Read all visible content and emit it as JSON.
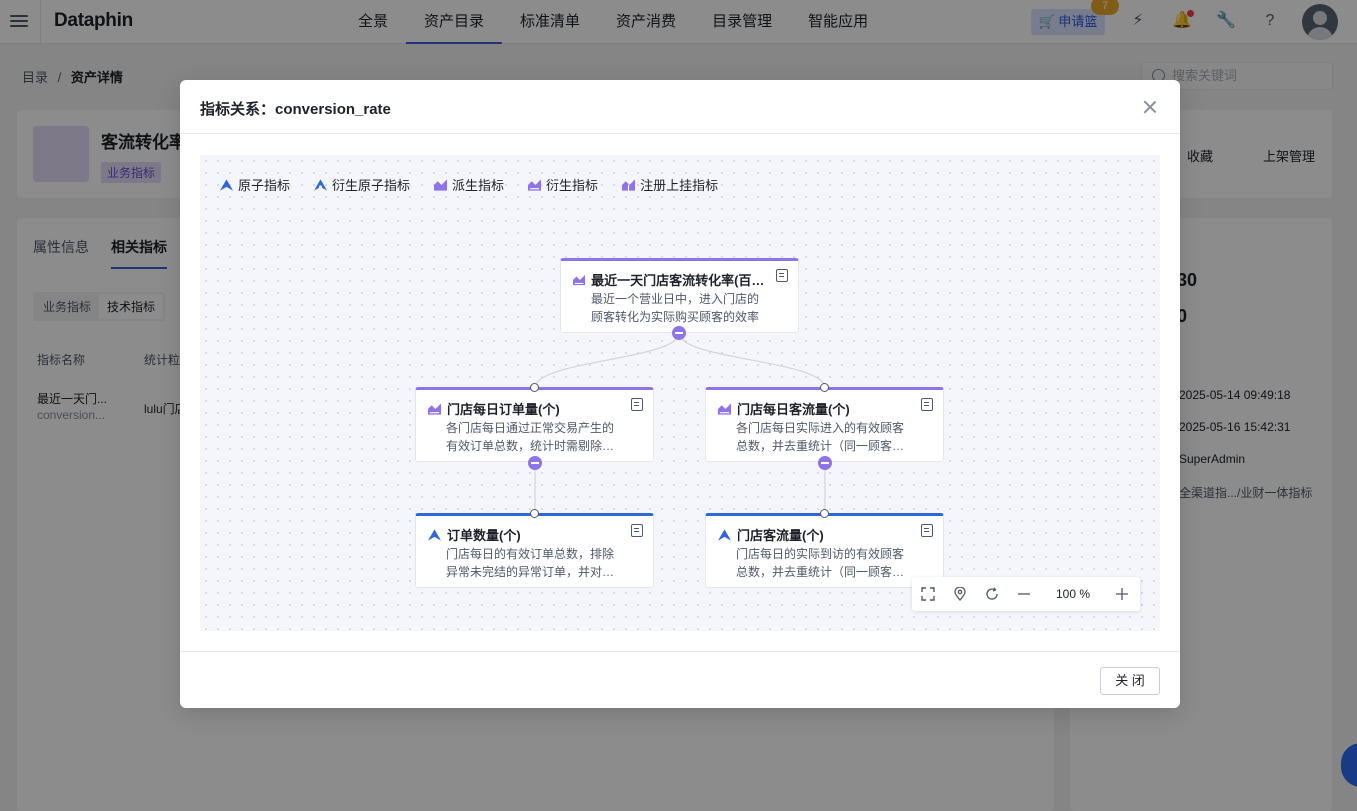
{
  "app": {
    "logo": "Dataphin"
  },
  "nav": {
    "items": [
      "全景",
      "资产目录",
      "标准清单",
      "资产消费",
      "目录管理",
      "智能应用"
    ],
    "active": "资产目录"
  },
  "header": {
    "cart_label": "申请篮",
    "cart_count": "7"
  },
  "breadcrumb": {
    "root": "目录",
    "separator": "/",
    "current": "资产详情"
  },
  "search": {
    "placeholder": "搜索关键词"
  },
  "asset": {
    "title": "客流转化率",
    "tag": "业务指标",
    "favorite": "收藏",
    "publish_manage": "上架管理"
  },
  "tabs": {
    "attr": "属性信息",
    "related": "相关指标"
  },
  "subtabs": {
    "business": "业务指标",
    "technical": "技术指标"
  },
  "table": {
    "col_name": "指标名称",
    "col_stat": "统计粒",
    "row_name": "最近一天门...",
    "row_code": "conversion...",
    "row_stat": "lulu门店"
  },
  "side": {
    "big1": "30",
    "big2": "0",
    "created": "2025-05-14 09:49:18",
    "updated": "2025-05-16 15:42:31",
    "owner": "SuperAdmin",
    "path": "全渠道指.../业财一体指标"
  },
  "modal": {
    "title": "指标关系：conversion_rate",
    "close_button": "关 闭",
    "legend": [
      {
        "label": "原子指标",
        "icon": "atomic-icon"
      },
      {
        "label": "衍生原子指标",
        "icon": "derived-atomic-icon"
      },
      {
        "label": "派生指标",
        "icon": "derivative-icon"
      },
      {
        "label": "衍生指标",
        "icon": "derived-icon"
      },
      {
        "label": "注册上挂指标",
        "icon": "registered-icon"
      }
    ],
    "nodes": {
      "root": {
        "title": "最近一天门店客流转化率(百分比)",
        "desc": "最近一个营业日中，进入门店的顾客转化为实际购买顾客的效率"
      },
      "orders_daily": {
        "title": "门店每日订单量(个)",
        "desc": "各门店每日通过正常交易产生的有效订单总数，统计时需剔除异常订单"
      },
      "traffic_daily": {
        "title": "门店每日客流量(个)",
        "desc": "各门店每日实际进入的有效顾客总数，并去重统计（同一顾客多次进入）"
      },
      "order_count": {
        "title": "订单数量(个)",
        "desc": "门店每日的有效订单总数，排除异常未完结的异常订单，并对订单去重"
      },
      "traffic_count": {
        "title": "门店客流量(个)",
        "desc": "门店每日的实际到访的有效顾客总数，并去重统计（同一顾客多次进入）"
      }
    },
    "zoom": {
      "value": "100",
      "unit": "%"
    },
    "colors": {
      "derived": "#8f73e8",
      "atomic": "#2f66d8"
    }
  }
}
